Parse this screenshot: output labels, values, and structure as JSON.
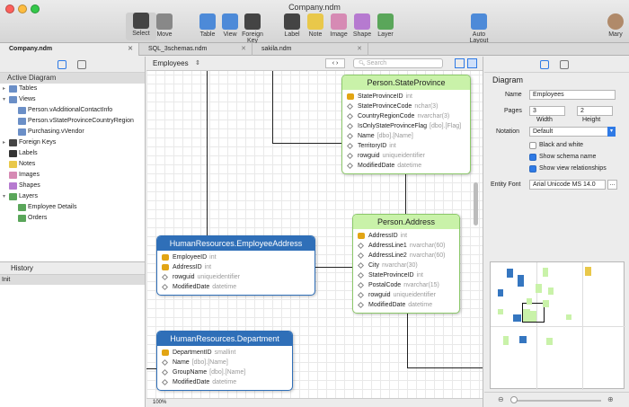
{
  "window": {
    "title": "Company.ndm"
  },
  "toolbar": {
    "tools": [
      {
        "label": "Select",
        "icon": "cursor-icon",
        "selected": true
      },
      {
        "label": "Move",
        "icon": "hand-icon"
      },
      {
        "label": "Table",
        "icon": "table-icon"
      },
      {
        "label": "View",
        "icon": "view-icon"
      },
      {
        "label": "Foreign Key",
        "icon": "foreign-key-icon"
      },
      {
        "label": "Label",
        "icon": "label-icon"
      },
      {
        "label": "Note",
        "icon": "note-icon"
      },
      {
        "label": "Image",
        "icon": "image-icon"
      },
      {
        "label": "Shape",
        "icon": "shape-icon"
      },
      {
        "label": "Layer",
        "icon": "layer-icon"
      },
      {
        "label": "Auto Layout",
        "icon": "auto-layout-icon"
      },
      {
        "label": "Mary",
        "icon": "avatar-icon"
      }
    ]
  },
  "tabs": [
    "Company.ndm",
    "SQL_3schemas.ndm",
    "sakila.ndm"
  ],
  "left": {
    "section": "Active Diagram",
    "items": [
      "Tables",
      "Views",
      "Person.vAdditionalContactInfo",
      "Person.vStateProvinceCountryRegion",
      "Purchasing.vVendor",
      "Foreign Keys",
      "Labels",
      "Notes",
      "Images",
      "Shapes",
      "Layers",
      "Employee Details",
      "Orders"
    ],
    "history_title": "History",
    "history_items": [
      "Init"
    ]
  },
  "canvas": {
    "diagram_select": "Employees",
    "search_placeholder": "Search",
    "zoom": "100%"
  },
  "entities": {
    "state": {
      "title": "Person.StateProvince",
      "rows": [
        {
          "key": true,
          "name": "StateProvinceID",
          "type": "int"
        },
        {
          "name": "StateProvinceCode",
          "type": "nchar(3)"
        },
        {
          "name": "CountryRegionCode",
          "type": "nvarchar(3)"
        },
        {
          "name": "IsOnlyStateProvinceFlag",
          "type": "[dbo].[Flag]"
        },
        {
          "name": "Name",
          "type": "[dbo].[Name]"
        },
        {
          "name": "TerritoryID",
          "type": "int"
        },
        {
          "name": "rowguid",
          "type": "uniqueidentifier"
        },
        {
          "name": "ModifiedDate",
          "type": "datetime"
        }
      ]
    },
    "address": {
      "title": "Person.Address",
      "rows": [
        {
          "key": true,
          "name": "AddressID",
          "type": "int"
        },
        {
          "name": "AddressLine1",
          "type": "nvarchar(60)"
        },
        {
          "name": "AddressLine2",
          "type": "nvarchar(60)"
        },
        {
          "name": "City",
          "type": "nvarchar(30)"
        },
        {
          "name": "StateProvinceID",
          "type": "int"
        },
        {
          "name": "PostalCode",
          "type": "nvarchar(15)"
        },
        {
          "name": "rowguid",
          "type": "uniqueidentifier"
        },
        {
          "name": "ModifiedDate",
          "type": "datetime"
        }
      ]
    },
    "empaddr": {
      "title": "HumanResources.EmployeeAddress",
      "rows": [
        {
          "key": true,
          "name": "EmployeeID",
          "type": "int"
        },
        {
          "key": true,
          "name": "AddressID",
          "type": "int"
        },
        {
          "name": "rowguid",
          "type": "uniqueidentifier"
        },
        {
          "name": "ModifiedDate",
          "type": "datetime"
        }
      ]
    },
    "dept": {
      "title": "HumanResources.Department",
      "rows": [
        {
          "key": true,
          "name": "DepartmentID",
          "type": "smallint"
        },
        {
          "name": "Name",
          "type": "[dbo].[Name]"
        },
        {
          "name": "GroupName",
          "type": "[dbo].[Name]"
        },
        {
          "name": "ModifiedDate",
          "type": "datetime"
        }
      ]
    }
  },
  "right": {
    "title": "Diagram",
    "name_label": "Name",
    "name_value": "Employees",
    "pages_label": "Pages",
    "width_value": "3",
    "height_value": "2",
    "width_label": "Width",
    "height_label": "Height",
    "notation_label": "Notation",
    "notation_value": "Default",
    "bw_label": "Black and white",
    "bw": false,
    "schema_label": "Show schema name",
    "schema": true,
    "viewrel_label": "Show view relationships",
    "viewrel": true,
    "font_label": "Entity Font",
    "font_value": "Arial Unicode MS 14.0",
    "font_button": "..."
  },
  "colors": {
    "blue_header": "#2f6fb8",
    "green_header": "#c9f2a9",
    "selection": "#2f7ae5"
  }
}
